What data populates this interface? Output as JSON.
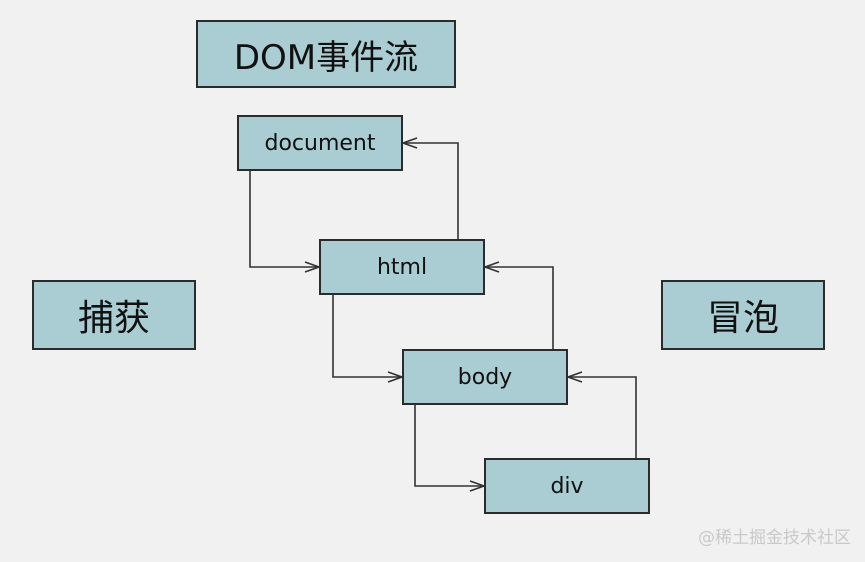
{
  "title": "DOM事件流",
  "phases": {
    "capture": "捕获",
    "bubble": "冒泡"
  },
  "nodes": [
    "document",
    "html",
    "body",
    "div"
  ],
  "watermark": "@稀土掘金技术社区",
  "colors": {
    "box_fill": "#a9cdd2",
    "box_border": "#2b2b2b",
    "background": "#f1f1f1",
    "line": "#333333"
  }
}
